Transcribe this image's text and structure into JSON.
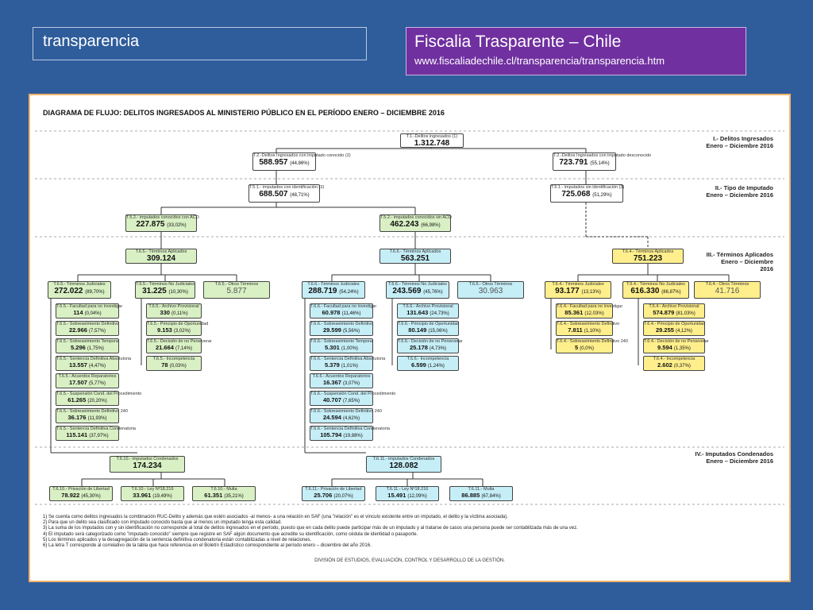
{
  "header": {
    "left_title": "transparencia",
    "right_title": "Fiscalia Trasparente – Chile",
    "right_url": "www.fiscaliadechile.cl/transparencia/transparencia.htm"
  },
  "diagram": {
    "title": "DIAGRAMA  DE FLUJO: DELITOS INGRESADOS AL MINISTERIO PÚBLICO EN EL PERÍODO ENERO – DICIEMBRE 2016",
    "sections": {
      "s1": [
        "I.- Delitos Ingresados",
        "Enero – Diciembre 2016"
      ],
      "s2": [
        "II.- Tipo de Imputado",
        "Enero – Diciembre 2016"
      ],
      "s3": [
        "III.- Términos Aplicados",
        "Enero – Diciembre",
        "2016"
      ],
      "s4": [
        "IV.- Imputados Condenados",
        "Enero – Diciembre 2016"
      ]
    },
    "top": {
      "total": {
        "label": "T.1.-Delitos ingresados (1)",
        "value": "1.312.748"
      },
      "known": {
        "label": "T.2.-Delitos Ingresados con imputado conocido (2)",
        "value": "588.957",
        "pct": "(44,86%)"
      },
      "unknown": {
        "label": "T.2.-Delitos Ingresados con imputado desconocido",
        "value": "723.791",
        "pct": "(55,14%)"
      },
      "imp_id": {
        "label": "T.5.1.- imputados con identificación (3)",
        "value": "688.507",
        "pct": "(48,71%)"
      },
      "imp_noid": {
        "label": "T.5.1.- imputados sin identificación (3)",
        "value": "725.068",
        "pct": "(51,29%)"
      },
      "acd_yes": {
        "label": "T.5.2.- imputados conocidos con ACD",
        "value": "227.875",
        "pct": "(33,02%)"
      },
      "acd_no": {
        "label": "T.5.2.- imputados conocidos sin ACD",
        "value": "462.243",
        "pct": "(66,98%)"
      }
    },
    "col_a": {
      "terms": {
        "label": "T.6.5.- Términos Aplicados",
        "value": "309.124"
      },
      "judicial": {
        "label": "T.6.5.- Términos Judiciales",
        "value": "272.022",
        "pct": "(89,70%)"
      },
      "nonjudicial": {
        "label": "T.6.5.- Términos No Judiciales",
        "value": "31.225",
        "pct": "(10,30%)"
      },
      "other": {
        "label": "T.6.5.- Otros Términos",
        "value": "5.877"
      },
      "jud_items": [
        {
          "label": "T.6.5.- Facultad para no investigar",
          "value": "114",
          "pct": "(0,04%)"
        },
        {
          "label": "T.6.5.- Sobreseimiento Definitivo",
          "value": "22.966",
          "pct": "(7,57%)"
        },
        {
          "label": "T.6.5.- Sobreseimiento Temporal",
          "value": "5.296",
          "pct": "(1,75%)"
        },
        {
          "label": "T.6.5.- Sentencia Definitiva Absolutoria",
          "value": "13.557",
          "pct": "(4,47%)"
        },
        {
          "label": "T.6.5.- Acuerdos Reparatorios",
          "value": "17.507",
          "pct": "(5,77%)"
        },
        {
          "label": "T.6.5.- Suspensión Cond. del Procedimiento",
          "value": "61.265",
          "pct": "(20,20%)"
        },
        {
          "label": "T.6.5.- Sobreseimiento Definitivo 240",
          "value": "36.176",
          "pct": "(11,93%)"
        },
        {
          "label": "T.6.5.- Sentencia Definitiva Condenatoria",
          "value": "115.141",
          "pct": "(37,97%)"
        }
      ],
      "nonjud_items": [
        {
          "label": "T.6.5.- Archivo Provisional",
          "value": "330",
          "pct": "(0,11%)"
        },
        {
          "label": "T.6.5.- Principio de Oportunidad",
          "value": "9.153",
          "pct": "(3,02%)"
        },
        {
          "label": "T.6.5.- Decisión de no Perseverar",
          "value": "21.664",
          "pct": "(7,14%)"
        },
        {
          "label": "T.6.5.- Incompetencia",
          "value": "78",
          "pct": "(0,03%)"
        }
      ],
      "condenados": {
        "label": "T.6.10.- imputados Condenados",
        "value": "174.234"
      },
      "cond_items": [
        {
          "label": "T.6.10.- Privación de Libertad",
          "value": "78.922",
          "pct": "(45,30%)"
        },
        {
          "label": "T.6.10.- Ley Nº18.216",
          "value": "33.961",
          "pct": "(19,49%)"
        },
        {
          "label": "T.6.10.- Multa",
          "value": "61.351",
          "pct": "(35,21%)"
        }
      ]
    },
    "col_b": {
      "terms": {
        "label": "T.6.6.- Términos Aplicados",
        "value": "563.251"
      },
      "judicial": {
        "label": "T.6.6.- Términos Judiciales",
        "value": "288.719",
        "pct": "(54,24%)"
      },
      "nonjudicial": {
        "label": "T.6.6.- Términos No Judiciales",
        "value": "243.569",
        "pct": "(45,76%)"
      },
      "other": {
        "label": "T.6.6.- Otros Términos",
        "value": "30.963"
      },
      "jud_items": [
        {
          "label": "T.6.6.- Facultad para no investigar",
          "value": "60.978",
          "pct": "(11,46%)"
        },
        {
          "label": "T.6.6.- Sobreseimiento Definitivo",
          "value": "29.599",
          "pct": "(5,56%)"
        },
        {
          "label": "T.6.6.- Sobreseimiento Temporal",
          "value": "5.301",
          "pct": "(1,00%)"
        },
        {
          "label": "T.6.6.- Sentencia Definitiva Absolutoria",
          "value": "5.379",
          "pct": "(1,01%)"
        },
        {
          "label": "T.6.6.- Acuerdos Reparatorios",
          "value": "16.367",
          "pct": "(3,07%)"
        },
        {
          "label": "T.6.6.- Suspensión Cond. del Procedimiento",
          "value": "40.707",
          "pct": "(7,65%)"
        },
        {
          "label": "T.6.6.- Sobreseimiento Definitivo 240",
          "value": "24.594",
          "pct": "(4,62%)"
        },
        {
          "label": "T.6.6.- Sentencia Definitiva Condenatoria",
          "value": "105.794",
          "pct": "(19,88%)"
        }
      ],
      "nonjud_items": [
        {
          "label": "T.6.6.- Archivo Provisional",
          "value": "131.643",
          "pct": "(24,73%)"
        },
        {
          "label": "T.6.6.- Principio de Oportunidad",
          "value": "80.149",
          "pct": "(15,06%)"
        },
        {
          "label": "T.6.6.- Decisión de no Perseverar",
          "value": "25.178",
          "pct": "(4,73%)"
        },
        {
          "label": "T.6.6.- Incompetencia",
          "value": "6.599",
          "pct": "(1,24%)"
        }
      ],
      "condenados": {
        "label": "T.6.11.- imputados Condenados",
        "value": "128.082"
      },
      "cond_items": [
        {
          "label": "T.6.11.- Privación de Libertad",
          "value": "25.706",
          "pct": "(20,07%)"
        },
        {
          "label": "T.6.11.- Ley Nº18.216",
          "value": "15.491",
          "pct": "(12,09%)"
        },
        {
          "label": "T.6.11.- Multa",
          "value": "86.885",
          "pct": "(67,84%)"
        }
      ]
    },
    "col_c": {
      "terms": {
        "label": "T.6.4.- Términos Aplicados",
        "value": "751.223"
      },
      "judicial": {
        "label": "T.6.4.- Términos Judiciales",
        "value": "93.177",
        "pct": "(13,13%)"
      },
      "nonjudicial": {
        "label": "T.6.4.- Términos No Judiciales",
        "value": "616.330",
        "pct": "(86,87%)"
      },
      "other": {
        "label": "T.6.4.- Otros Términos",
        "value": "41.716"
      },
      "jud_items": [
        {
          "label": "T.6.4.- Facultad para no investigar",
          "value": "85.361",
          "pct": "(12,03%)"
        },
        {
          "label": "T.6.4.- Sobreseimiento Definitivo",
          "value": "7.811",
          "pct": "(1,10%)"
        },
        {
          "label": "T.6.4.- Sobreseimiento Definitivo 240",
          "value": "5",
          "pct": "(0,0%)"
        }
      ],
      "nonjud_items": [
        {
          "label": "T.6.4.- Archivo Provisional",
          "value": "574.879",
          "pct": "(81,03%)"
        },
        {
          "label": "T.6.4.- Principio de Oportunidad",
          "value": "29.255",
          "pct": "(4,12%)"
        },
        {
          "label": "T.6.4.- Decisión de no Perseverar",
          "value": "9.594",
          "pct": "(1,35%)"
        },
        {
          "label": "T.6.4.- Incompetencia",
          "value": "2.602",
          "pct": "(0,37%)"
        }
      ]
    },
    "notes": [
      "1) Se cuenta como delitos ingresados la combinación RUC-Delito y además que estén asociados -al menos- a una relación en SAF  (una \"relación\" es el vínculo existente entre un imputado, el delito y la víctima asociada).",
      "2) Para que un delito sea clasificado con imputado conocido basta que al menos un imputado tenga esta calidad.",
      "3) La suma de los imputados con y sin identificación no corresponde al total de delitos ingresados en el período, puesto que en cada delito puede participar más de un imputado y al tratarse de casos una persona puede ser contabilizada más de una vez.",
      "4) El imputado será categorizado como \"imputado conocido\" siempre que registre en SAF algún documento que acredite su identificación, como cédula de identidad o pasaporte.",
      "5) Los términos aplicados y la desagregación de la sentencia definitiva condenatoria están contabilizadas a nivel de relaciones.",
      "6) La letra T corresponde al correlativo de la tabla que hace referencia en el Boletín Estadístico correspondiente al período enero – diciembre del año 2016."
    ],
    "footer": "DIVISIÓN DE ESTUDIOS, EVALUACIÓN, CONTROL Y DESARROLLO DE LA GESTIÓN."
  }
}
